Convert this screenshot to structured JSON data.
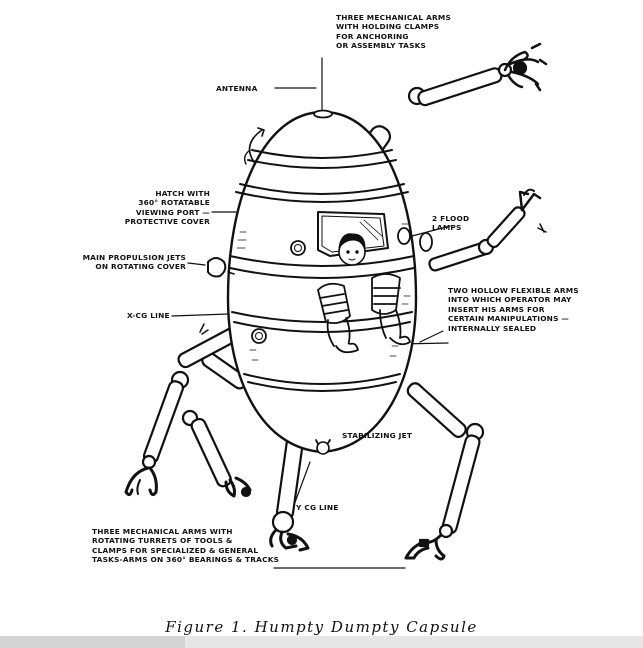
{
  "labels": {
    "top_arms": [
      "THREE MECHANICAL ARMS",
      "WITH HOLDING CLAMPS",
      "FOR ANCHORING",
      "OR ASSEMBLY TASKS"
    ],
    "antenna": "ANTENNA",
    "hatch": [
      "HATCH WITH",
      "360° ROTATABLE",
      "VIEWING PORT —",
      "PROTECTIVE COVER"
    ],
    "flood_lamps": [
      "2 FLOOD",
      "LAMPS"
    ],
    "propulsion": [
      "MAIN PROPULSION JETS",
      "ON ROTATING COVER"
    ],
    "hollow_arms": [
      "TWO HOLLOW FLEXIBLE ARMS",
      "INTO WHICH OPERATOR MAY",
      "INSERT HIS ARMS FOR",
      "CERTAIN MANIPULATIONS —",
      "INTERNALLY SEALED"
    ],
    "xcg": "X-CG LINE",
    "stabilizing": "STABILIZING JET",
    "ycg": "Y CG LINE",
    "bottom_arms": [
      "THREE MECHANICAL ARMS WITH",
      "ROTATING TURRETS OF TOOLS &",
      "CLAMPS FOR SPECIALIZED & GENERAL",
      "TASKS-ARMS ON 360° BEARINGS & TRACKS"
    ]
  },
  "caption": "Figure 1.  Humpty Dumpty Capsule",
  "colors": {
    "ink": "#111111",
    "paper": "#ffffff"
  }
}
